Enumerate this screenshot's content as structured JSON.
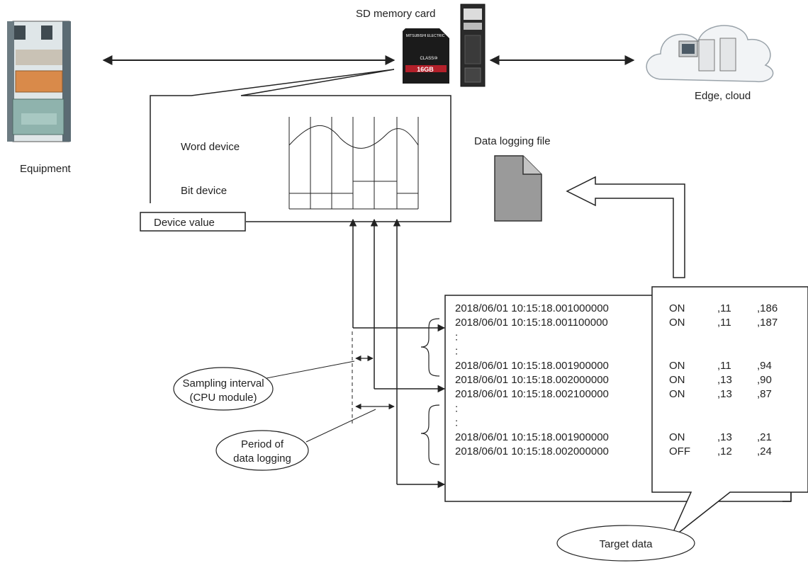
{
  "labels": {
    "sd_card": "SD memory card",
    "equipment": "Equipment",
    "edge_cloud": "Edge, cloud",
    "word_device": "Word device",
    "bit_device": "Bit device",
    "device_value": "Device value",
    "data_logging_file": "Data logging file",
    "sampling_interval_line1": "Sampling interval",
    "sampling_interval_line2": "(CPU module)",
    "period_line1": "Period of",
    "period_line2": "data logging",
    "target_data": "Target data"
  },
  "sd_card_face": {
    "brand": "MITSUBISHI ELECTRIC",
    "class": "CLASS⑩",
    "capacity": "16GB"
  },
  "log_rows": [
    {
      "ts": "2018/06/01 10:15:18.001000000",
      "v1": "ON",
      "v2": ",11",
      "v3": ",186"
    },
    {
      "ts": "2018/06/01 10:15:18.001100000",
      "v1": "ON",
      "v2": ",11",
      "v3": ",187"
    },
    {
      "ts": ":",
      "v1": "",
      "v2": "",
      "v3": ""
    },
    {
      "ts": ":",
      "v1": "",
      "v2": "",
      "v3": ""
    },
    {
      "ts": "2018/06/01 10:15:18.001900000",
      "v1": "ON",
      "v2": ",11",
      "v3": ",94"
    },
    {
      "ts": "2018/06/01 10:15:18.002000000",
      "v1": "ON",
      "v2": ",13",
      "v3": ",90"
    },
    {
      "ts": "2018/06/01 10:15:18.002100000",
      "v1": "ON",
      "v2": ",13",
      "v3": ",87"
    },
    {
      "ts": ":",
      "v1": "",
      "v2": "",
      "v3": ""
    },
    {
      "ts": ":",
      "v1": "",
      "v2": "",
      "v3": ""
    },
    {
      "ts": "2018/06/01 10:15:18.001900000",
      "v1": "ON",
      "v2": ",13",
      "v3": ",21"
    },
    {
      "ts": "2018/06/01 10:15:18.002000000",
      "v1": "OFF",
      "v2": ",12",
      "v3": ",24"
    }
  ],
  "colors": {
    "line": "#222222",
    "file_icon": "#9a9a9a",
    "cloud": "#f2f4f6",
    "machine_frame": "#5b6b73",
    "machine_base": "#8fb3ad"
  }
}
